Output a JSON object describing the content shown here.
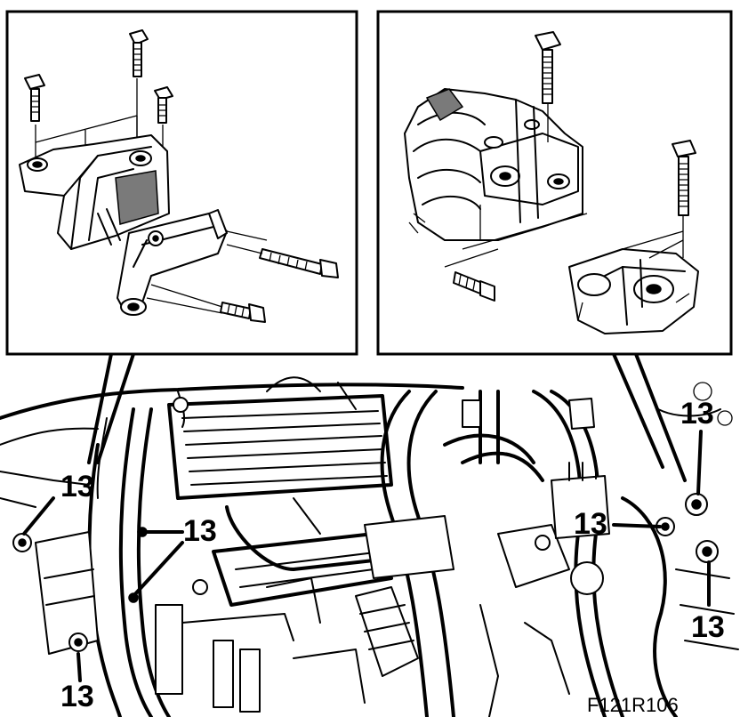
{
  "figure_id": "F121R106",
  "callout_label": "13",
  "callouts": [
    {
      "id": "left-upper",
      "text": "13"
    },
    {
      "id": "center-left",
      "text": "13"
    },
    {
      "id": "center-right",
      "text": "13"
    },
    {
      "id": "right-upper",
      "text": "13"
    },
    {
      "id": "right-lower",
      "text": "13"
    },
    {
      "id": "bottom-left",
      "text": "13"
    }
  ],
  "insets": [
    {
      "id": "left-inset",
      "subject": "engine mount bracket with bolts"
    },
    {
      "id": "right-inset",
      "subject": "gearbox mount with bolts"
    }
  ],
  "icons": [
    "bolt-icon",
    "mount-bracket-icon",
    "rubber-bushing-icon"
  ],
  "colors": {
    "ink": "#000000",
    "paper": "#ffffff",
    "shade": "#7a7a7a"
  }
}
